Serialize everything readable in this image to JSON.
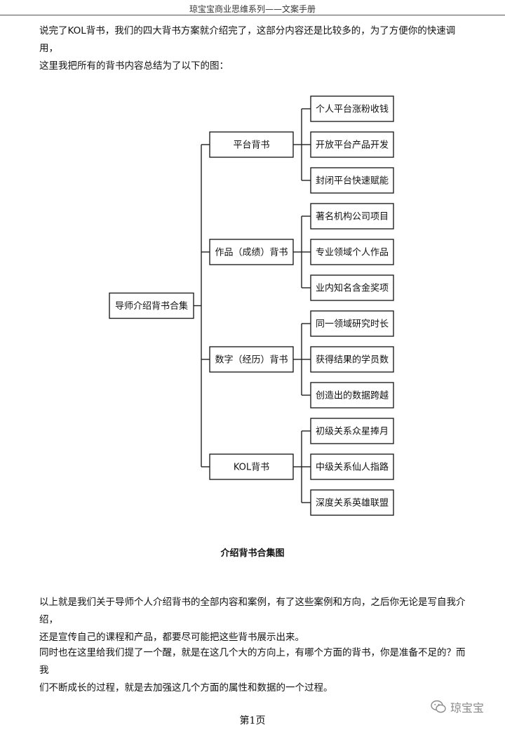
{
  "header": {
    "title": "琼宝宝商业思维系列——文案手册"
  },
  "intro": {
    "line1": "说完了KOL背书，我们的四大背书方案就介绍完了，这部分内容还是比较多的，为了方便你的快速调用，",
    "line2": "这里我把所有的背书内容总结为了以下的图："
  },
  "diagram": {
    "root": "导师介绍背书合集",
    "branches": [
      {
        "label": "平台背书",
        "leaves": [
          "个人平台涨粉收钱",
          "开放平台产品开发",
          "封闭平台快速赋能"
        ]
      },
      {
        "label": "作品（成绩）背书",
        "leaves": [
          "著名机构公司项目",
          "专业领域个人作品",
          "业内知名含金奖项"
        ]
      },
      {
        "label": "数字（经历）背书",
        "leaves": [
          "同一领域研究时长",
          "获得结果的学员数",
          "创造出的数据跨越"
        ]
      },
      {
        "label": "KOL背书",
        "leaves": [
          "初级关系众星捧月",
          "中级关系仙人指路",
          "深度关系英雄联盟"
        ]
      }
    ],
    "caption": "介绍背书合集图"
  },
  "body": {
    "p1_line1": "以上就是我们关于导师个人介绍背书的全部内容和案例，有了这些案例和方向，之后你无论是写自我介绍，",
    "p1_line2": "还是宣传自己的课程和产品，都要尽可能把这些背书展示出来。",
    "p2_line1": "同时也在这里给我们提了一个醒，就是在这几个大的方向上，有哪个方面的背书，你是准备不足的？而我",
    "p2_line2": "们不断成长的过程，就是去加强这几个方面的属性和数据的一个过程。"
  },
  "footer": {
    "page": "第1页"
  },
  "watermark": {
    "text": "琼宝宝",
    "icon": "wechat-icon"
  }
}
